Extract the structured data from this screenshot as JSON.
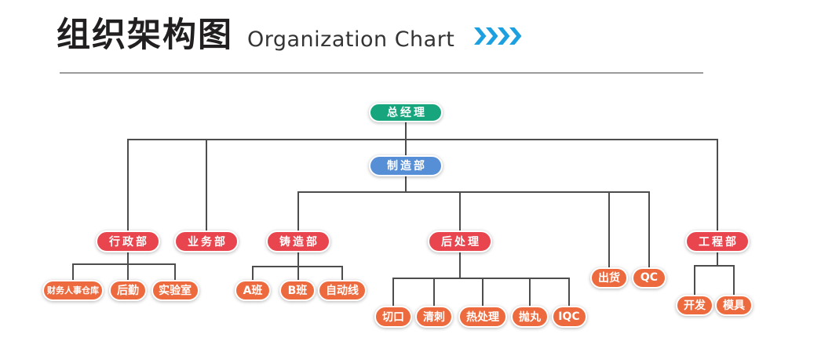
{
  "header": {
    "title_zh": "组织架构图",
    "title_en": "Organization Chart"
  },
  "colors": {
    "level1": "#16A57C",
    "level2": "#578FD6",
    "level3": "#E8454E",
    "level4": "#EC6A3E",
    "line": "#4D4D4D",
    "chevron": "#1CA0DF",
    "divider": "#9B9B9B"
  },
  "org": {
    "nodes": [
      {
        "id": "zongjingli",
        "label": "总经理",
        "level": "level1",
        "parent": null
      },
      {
        "id": "zhizaobu",
        "label": "制造部",
        "level": "level2",
        "parent": "总经理"
      },
      {
        "id": "xingzhengbu",
        "label": "行政部",
        "level": "level3",
        "parent": "总经理"
      },
      {
        "id": "yewubu",
        "label": "业务部",
        "level": "level3",
        "parent": "总经理"
      },
      {
        "id": "zhuzaobu",
        "label": "铸造部",
        "level": "level3",
        "parent": "制造部"
      },
      {
        "id": "houchuli",
        "label": "后处理",
        "level": "level3",
        "parent": "制造部"
      },
      {
        "id": "gongchengbu",
        "label": "工程部",
        "level": "level3",
        "parent": "总经理"
      },
      {
        "id": "caiwurenshicangku",
        "label": "财务人事仓库",
        "level": "level4",
        "parent": "行政部"
      },
      {
        "id": "houqin",
        "label": "后勤",
        "level": "level4",
        "parent": "行政部"
      },
      {
        "id": "shiyanshi",
        "label": "实验室",
        "level": "level4",
        "parent": "行政部"
      },
      {
        "id": "aban",
        "label": "A班",
        "level": "level4",
        "parent": "铸造部"
      },
      {
        "id": "bban",
        "label": "B班",
        "level": "level4",
        "parent": "铸造部"
      },
      {
        "id": "zidongxian",
        "label": "自动线",
        "level": "level4",
        "parent": "铸造部"
      },
      {
        "id": "qiekou",
        "label": "切口",
        "level": "level4",
        "parent": "后处理"
      },
      {
        "id": "qingci",
        "label": "清刺",
        "level": "level4",
        "parent": "后处理"
      },
      {
        "id": "rechuli",
        "label": "热处理",
        "level": "level4",
        "parent": "后处理"
      },
      {
        "id": "paowan",
        "label": "抛丸",
        "level": "level4",
        "parent": "后处理"
      },
      {
        "id": "iqc",
        "label": "IQC",
        "level": "level4",
        "parent": "后处理"
      },
      {
        "id": "chuhuo",
        "label": "出货",
        "level": "level4",
        "parent": "制造部"
      },
      {
        "id": "qc",
        "label": "QC",
        "level": "level4",
        "parent": "制造部"
      },
      {
        "id": "kaifa",
        "label": "开发",
        "level": "level4",
        "parent": "工程部"
      },
      {
        "id": "moju",
        "label": "模具",
        "level": "level4",
        "parent": "工程部"
      }
    ]
  }
}
